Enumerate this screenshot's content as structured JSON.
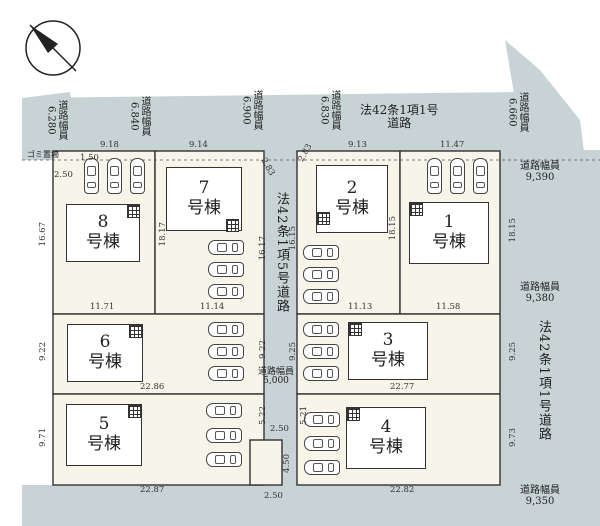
{
  "compass": {
    "label": "N"
  },
  "roads": {
    "top_left_1": [
      "道路幅員",
      "6.280"
    ],
    "top_left_2": [
      "道路幅員",
      "6.840"
    ],
    "top_mid_1": [
      "道路幅員",
      "6.900"
    ],
    "top_mid_2": [
      "道路幅員",
      "6.830"
    ],
    "top_right": [
      "道路幅員",
      "6.660"
    ],
    "top_main": [
      "法42条1項1号",
      "道路"
    ],
    "right_1": [
      "道路幅員",
      "9,390"
    ],
    "right_2": [
      "道路幅員",
      "9,380"
    ],
    "right_3": [
      "道路幅員",
      "9,350"
    ],
    "right_vertical": "法42条1項1号道路",
    "center_vertical": "法42条1項5号道路",
    "center_width": [
      "道路幅員",
      "5,000"
    ]
  },
  "gomi": "ゴミ置場",
  "buildings": [
    {
      "id": "b8",
      "num": "8",
      "suffix": "号棟"
    },
    {
      "id": "b7",
      "num": "7",
      "suffix": "号棟"
    },
    {
      "id": "b2",
      "num": "2",
      "suffix": "号棟"
    },
    {
      "id": "b1",
      "num": "1",
      "suffix": "号棟"
    },
    {
      "id": "b6",
      "num": "6",
      "suffix": "号棟"
    },
    {
      "id": "b3",
      "num": "3",
      "suffix": "号棟"
    },
    {
      "id": "b5",
      "num": "5",
      "suffix": "号棟"
    },
    {
      "id": "b4",
      "num": "4",
      "suffix": "号棟"
    }
  ],
  "dims": {
    "top_9_18": "9.18",
    "top_9_14": "9.14",
    "top_9_13": "9.13",
    "top_11_47": "11.47",
    "d_1_50": "1.50",
    "d_2_50_top": "2.50",
    "d_2_83_l": "2.83",
    "d_2_83_r": "2.83",
    "l_16_67": "16.67",
    "l_18_17": "18.17",
    "c_16_17": "16.17",
    "c_16_15": "16.15",
    "r_18_15_in": "18.15",
    "r_18_15_out": "18.15",
    "h_11_71": "11.71",
    "h_11_14": "11.14",
    "h_11_13": "11.13",
    "h_11_58": "11.58",
    "l_9_22": "9.22",
    "c_9_22": "9.22",
    "c_9_25": "9.25",
    "r_9_25": "9.25",
    "h_22_86": "22.86",
    "h_22_77": "22.77",
    "c_5_22": "5.22",
    "c_5_21": "5.21",
    "c_2_50": "2.50",
    "c_4_50": "4.50",
    "l_9_71": "9.71",
    "r_9_73": "9.73",
    "b_22_87": "22.87",
    "b_2_50": "2.50",
    "b_22_82": "22.82"
  },
  "colors": {
    "road": "#c8d3d6",
    "lot": "#f7f4e9",
    "line": "#333333"
  }
}
